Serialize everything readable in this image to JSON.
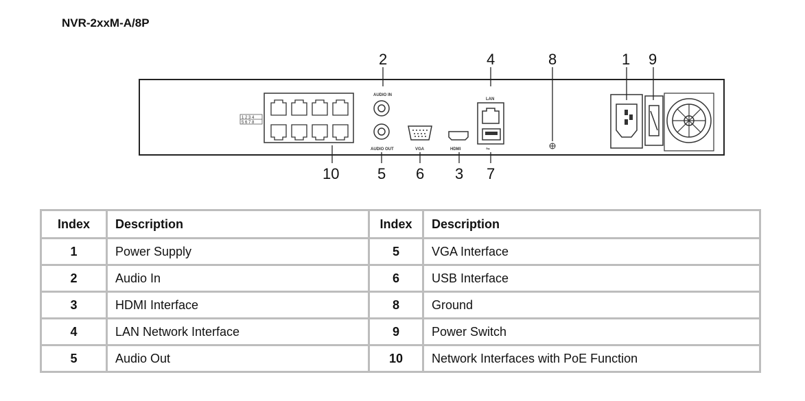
{
  "title": "NVR-2xxM-A/8P",
  "diagram": {
    "panel_labels": {
      "audio_in": "AUDIO IN",
      "audio_out": "AUDIO OUT",
      "lan": "LAN",
      "vga": "VGA",
      "hdmi": "HDMI",
      "usb": "⇋",
      "poe_numbers_top": "1 2 3 4",
      "poe_numbers_bottom": "5 6 7 8"
    },
    "callouts": {
      "c1": "1",
      "c2": "2",
      "c3": "3",
      "c4": "4",
      "c5": "5",
      "c6": "6",
      "c7": "7",
      "c8": "8",
      "c9": "9",
      "c10": "10"
    }
  },
  "table": {
    "headers": [
      "Index",
      "Description",
      "Index",
      "Description"
    ],
    "rows": [
      {
        "left_index": "1",
        "left_desc": "Power Supply",
        "right_index": "5",
        "right_desc": "VGA Interface"
      },
      {
        "left_index": "2",
        "left_desc": "Audio In",
        "right_index": "6",
        "right_desc": "USB Interface"
      },
      {
        "left_index": "3",
        "left_desc": "HDMI Interface",
        "right_index": "8",
        "right_desc": "Ground"
      },
      {
        "left_index": "4",
        "left_desc": "LAN Network Interface",
        "right_index": "9",
        "right_desc": "Power Switch"
      },
      {
        "left_index": "5",
        "left_desc": "Audio Out",
        "right_index": "10",
        "right_desc": "Network Interfaces with PoE Function"
      }
    ]
  }
}
